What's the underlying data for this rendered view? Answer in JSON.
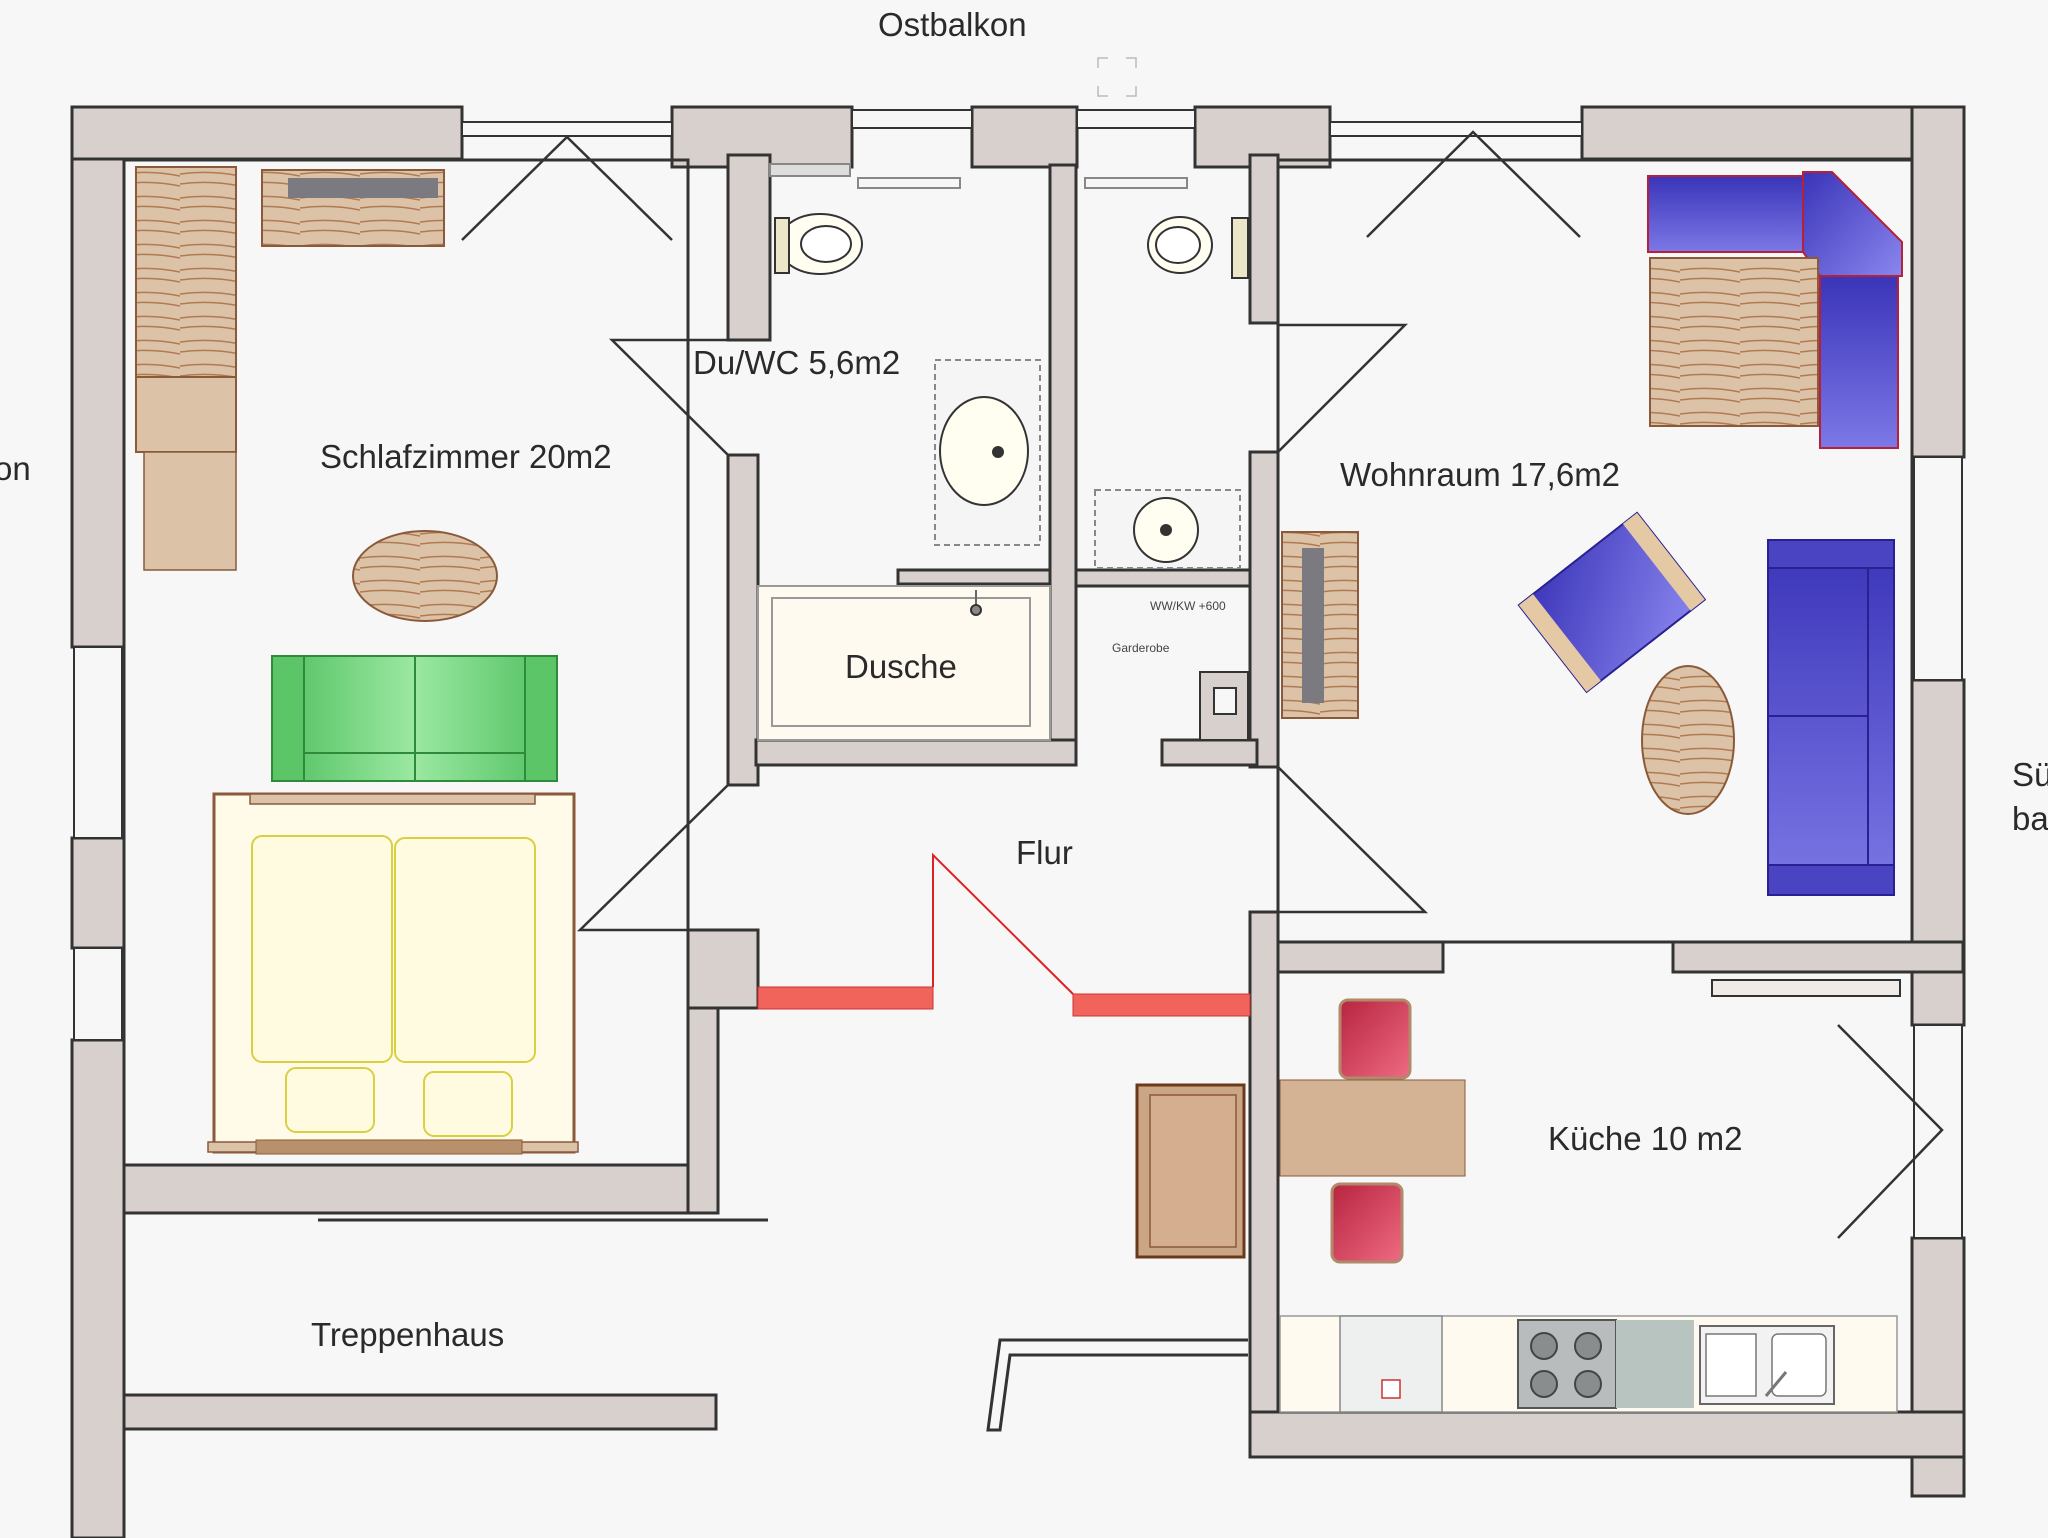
{
  "outside": {
    "top_label": "Ostbalkon",
    "left_label_fragment": "on",
    "right_label_line1": "Sü",
    "right_label_line2": "ba"
  },
  "rooms": {
    "bedroom": "Schlafzimmer  20m2",
    "bathroom": "Du/WC  5,6m2",
    "shower": "Dusche",
    "living": "Wohnraum  17,6m2",
    "hall": "Flur",
    "kitchen": "Küche  10 m2",
    "stairs": "Treppenhaus"
  },
  "annotations": {
    "water_note": "WW/KW  +600",
    "wardrobe": "Garderobe"
  },
  "colors": {
    "wall": "#d8d0cc",
    "wall_outline": "#333333",
    "floor": "#f7f7f7",
    "wood": "#dcc3a8",
    "sofa_green": "#6fcf7a",
    "sofa_blue": "#5a56c8",
    "chair_red": "#d63e5c",
    "door_red": "#f0645c"
  }
}
